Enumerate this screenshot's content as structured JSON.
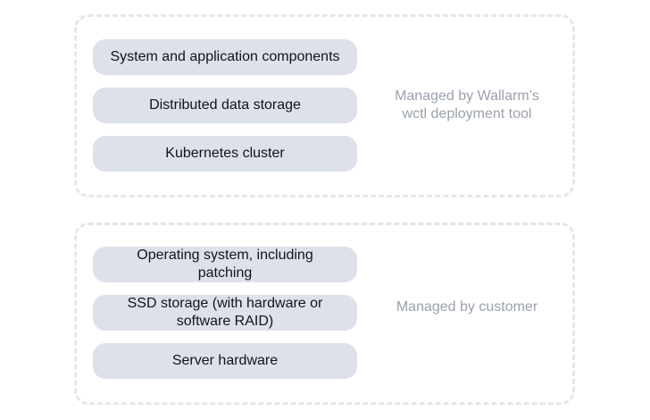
{
  "groups": [
    {
      "caption": "Managed by Wallarm's wctl deployment tool",
      "caption_lines": [
        "Managed by Wallarm’s",
        "wctl deployment tool"
      ],
      "layers": [
        "System and application components",
        "Distributed data storage",
        "Kubernetes cluster"
      ]
    },
    {
      "caption": "Managed by customer",
      "caption_lines": [
        "Managed by customer"
      ],
      "layers": [
        "Operating system, including patching",
        "SSD storage (with hardware or software RAID)",
        "Server hardware"
      ]
    }
  ],
  "colors": {
    "layer_fill": "#dde1ea",
    "layer_text": "#111418",
    "caption_text": "#9aa1ad",
    "group_border": "#e4e6ea"
  }
}
